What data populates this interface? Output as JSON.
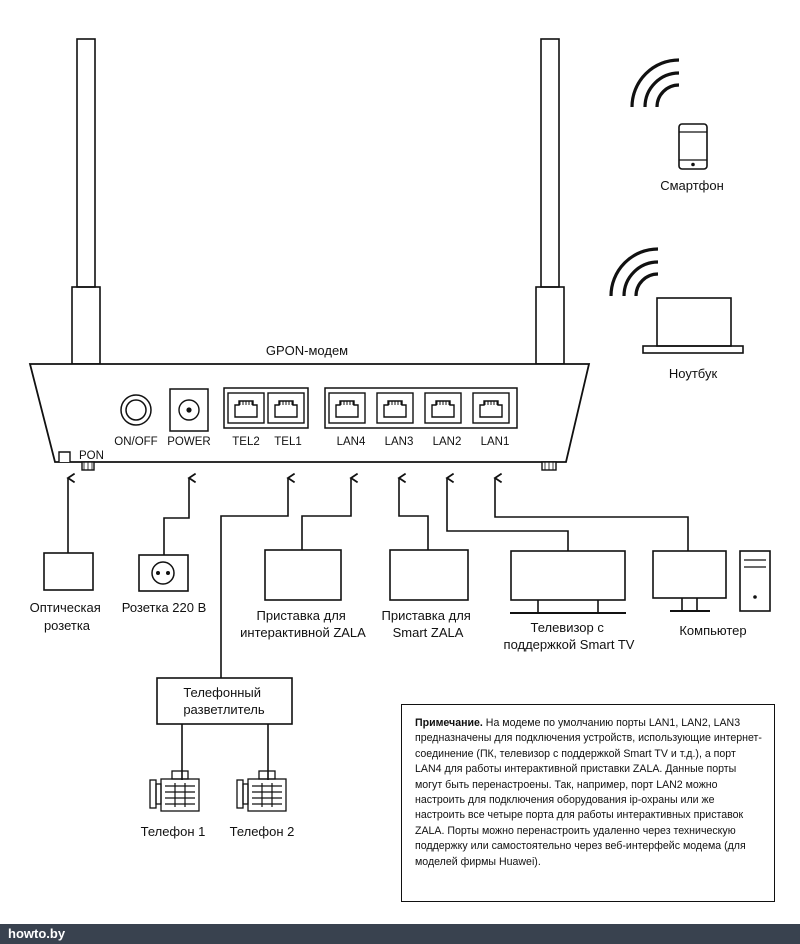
{
  "diagram": {
    "modem_title": "GPON-модем",
    "pon_label": "PON",
    "ports": {
      "onoff": "ON/OFF",
      "power": "POWER",
      "tel2": "TEL2",
      "tel1": "TEL1",
      "lan4": "LAN4",
      "lan3": "LAN3",
      "lan2": "LAN2",
      "lan1": "LAN1"
    },
    "devices": {
      "smartphone": "Смартфон",
      "laptop": "Ноутбук",
      "optical_socket": [
        "Оптическая",
        "розетка"
      ],
      "power_socket": "Розетка 220 В",
      "zala_interactive": [
        "Приставка для",
        "интерактивной ZALA"
      ],
      "zala_smart": [
        "Приставка для",
        "Smart ZALA"
      ],
      "tv": [
        "Телевизор с",
        "поддержкой Smart TV"
      ],
      "computer": "Компьютер",
      "splitter": [
        "Телефонный",
        "разветлитель"
      ],
      "phone1": "Телефон 1",
      "phone2": "Телефон 2"
    }
  },
  "note": {
    "heading": "Примечание.",
    "text": " На модеме по умолчанию порты LAN1, LAN2, LAN3 предназначены для подключения устройств, использующие интернет-соединение (ПК, телевизор с поддержкой Smart TV и т.д.), а порт LAN4 для работы интерактивной приставки ZALA. Данные порты могут быть перенастроены. Так, например, порт LAN2 можно настроить для подключения оборудования ip-охраны или же настроить все четыре порта для работы интерактивных приставок ZALA. Порты можно перенастроить удаленно через техническую поддержку или самостоятельно через веб-интерфейс модема (для моделей фирмы Huawei)."
  },
  "footer": {
    "site": "howto.by"
  }
}
